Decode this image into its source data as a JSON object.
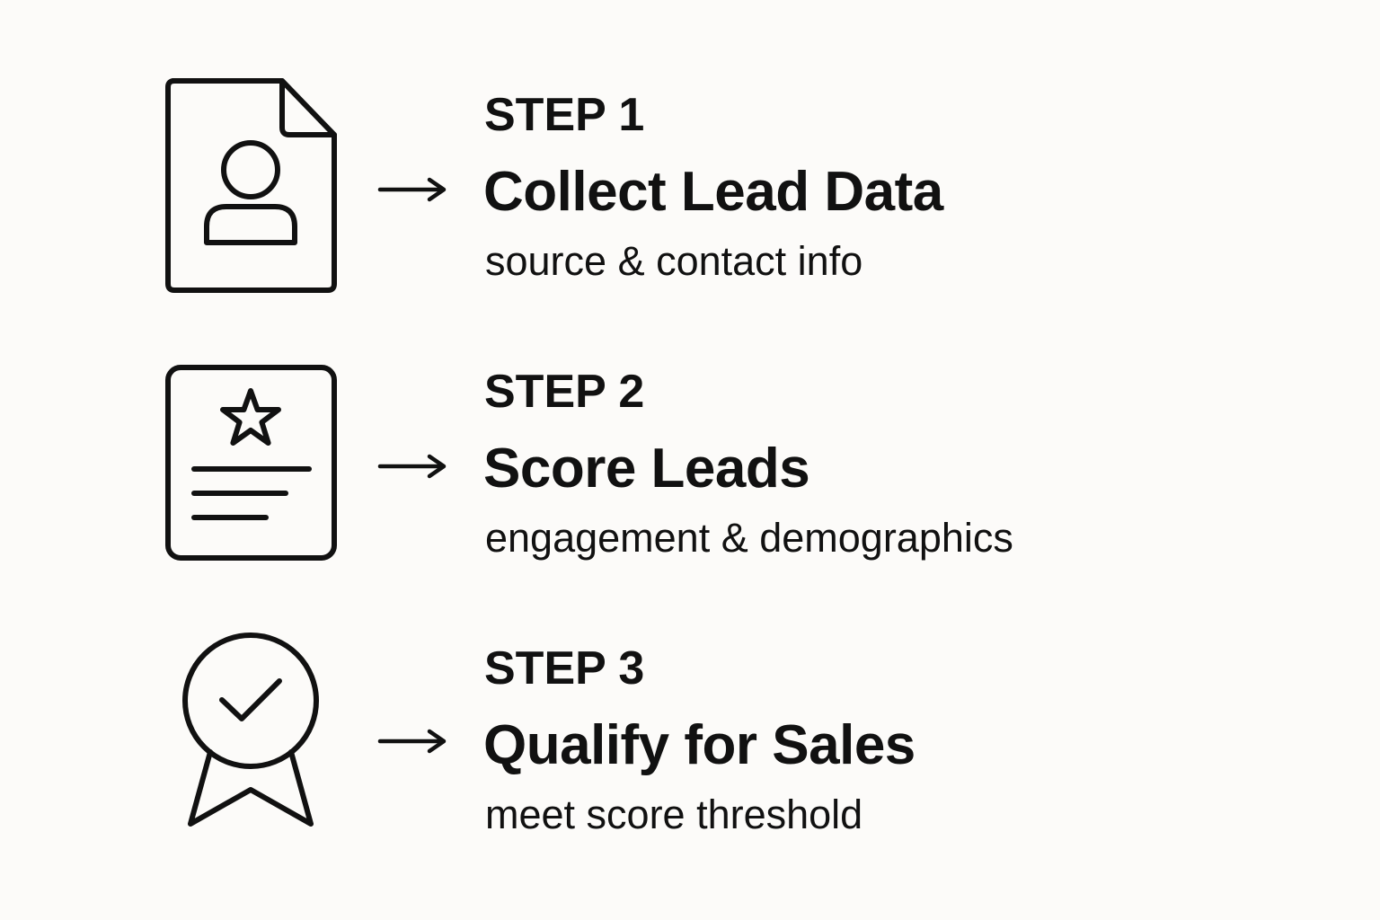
{
  "steps": [
    {
      "label": "STEP 1",
      "title": "Collect Lead Data",
      "description": "source & contact info",
      "icon": "user-document-icon"
    },
    {
      "label": "STEP 2",
      "title": "Score Leads",
      "description": "engagement & demographics",
      "icon": "star-document-icon"
    },
    {
      "label": "STEP 3",
      "title": "Qualify for Sales",
      "description": "meet score threshold",
      "icon": "award-check-icon"
    }
  ],
  "arrow_icon": "right-arrow-icon",
  "colors": {
    "background": "#fcfbf9",
    "ink": "#111111"
  }
}
